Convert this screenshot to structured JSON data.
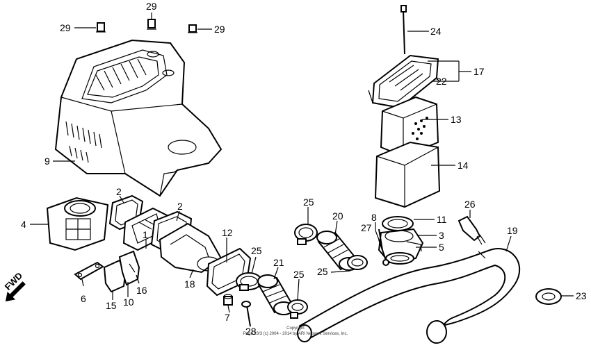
{
  "callouts": {
    "c29a": "29",
    "c29b": "29",
    "c29c": "29",
    "c24": "24",
    "c17": "17",
    "c22": "22",
    "c13": "13",
    "c14": "14",
    "c9": "9",
    "c4": "4",
    "c2a": "2",
    "c2b": "2",
    "c1": "1",
    "c6": "6",
    "c15": "15",
    "c10": "10",
    "c16": "16",
    "c18": "18",
    "c12": "12",
    "c7": "7",
    "c28": "28",
    "c25a": "25",
    "c25b": "25",
    "c25c": "25",
    "c25d": "25",
    "c21": "21",
    "c20": "20",
    "c8": "8",
    "c27": "27",
    "c11": "11",
    "c3": "3",
    "c5": "5",
    "c26": "26",
    "c19": "19",
    "c23": "23"
  },
  "direction_label": "FWD",
  "footer": {
    "line1": "Copyright",
    "line2": "Page 23/3 (c) 2004 - 2014 by ARI Network Services, Inc."
  }
}
